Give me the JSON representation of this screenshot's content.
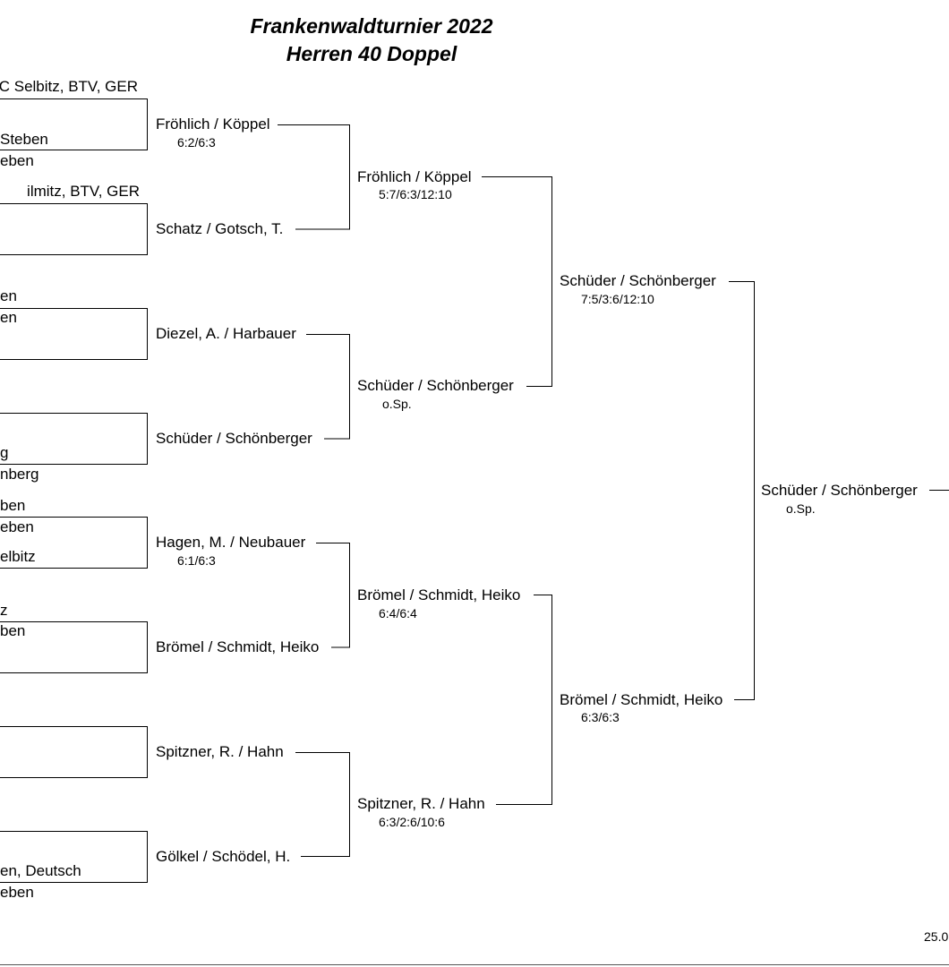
{
  "header": {
    "title": "Frankenwaldturnier 2022",
    "subtitle": "Herren 40 Doppel"
  },
  "first_round_fragments": [
    "C Selbitz, BTV, GER",
    "Steben",
    "eben",
    "ilmitz, BTV, GER",
    "en",
    "en",
    "g",
    "nberg",
    "ben",
    "eben",
    "elbitz",
    "z",
    "ben",
    "en, Deutsch",
    "eben"
  ],
  "round2": [
    {
      "team": "Fröhlich / Köppel",
      "score": "6:2/6:3"
    },
    {
      "team": "Schatz / Gotsch, T.",
      "score": ""
    },
    {
      "team": "Diezel, A. / Harbauer",
      "score": ""
    },
    {
      "team": "Schüder / Schönberger",
      "score": ""
    },
    {
      "team": "Hagen, M. / Neubauer",
      "score": "6:1/6:3"
    },
    {
      "team": "Brömel / Schmidt, Heiko",
      "score": ""
    },
    {
      "team": "Spitzner, R. / Hahn",
      "score": ""
    },
    {
      "team": "Gölkel / Schödel, H.",
      "score": ""
    }
  ],
  "quarterfinals": [
    {
      "team": "Fröhlich / Köppel",
      "score": "5:7/6:3/12:10"
    },
    {
      "team": "Schüder / Schönberger",
      "score": "o.Sp."
    },
    {
      "team": "Brömel / Schmidt, Heiko",
      "score": "6:4/6:4"
    },
    {
      "team": "Spitzner, R. / Hahn",
      "score": "6:3/2:6/10:6"
    }
  ],
  "semifinals": [
    {
      "team": "Schüder / Schönberger",
      "score": "7:5/3:6/12:10"
    },
    {
      "team": "Brömel / Schmidt, Heiko",
      "score": "6:3/6:3"
    }
  ],
  "final": [
    {
      "team": "Schüder / Schönberger",
      "score": "o.Sp."
    }
  ],
  "footer": {
    "date": "25.0"
  }
}
